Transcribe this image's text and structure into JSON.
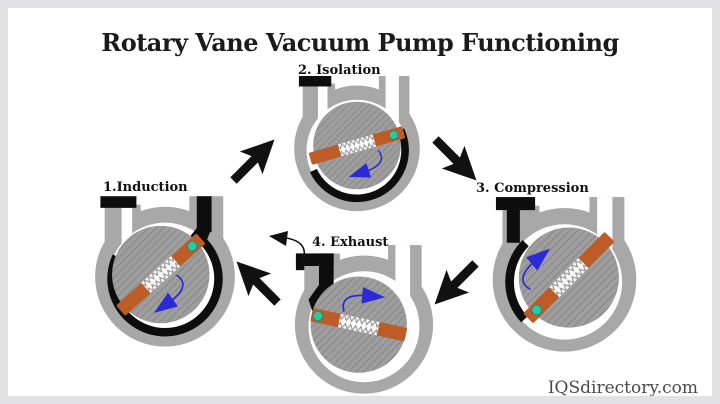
{
  "title": "Rotary Vane Vacuum Pump Functioning",
  "watermark": "IQSdirectory.com",
  "stages": [
    {
      "label": "1.Induction"
    },
    {
      "label": "2. Isolation"
    },
    {
      "label": "3. Compression"
    },
    {
      "label": "4. Exhaust"
    }
  ],
  "cycle_arrows": [
    {
      "name": "arrow-induction-to-isolation",
      "direction": "up-right"
    },
    {
      "name": "arrow-isolation-to-compression",
      "direction": "down-right"
    },
    {
      "name": "arrow-compression-to-exhaust",
      "direction": "down-left"
    },
    {
      "name": "arrow-exhaust-to-induction",
      "direction": "up-left"
    }
  ],
  "exhaust_arrow": {
    "name": "exhaust-outflow-arrow",
    "direction": "up-left"
  },
  "colors": {
    "frame": "#e2e2e4",
    "background": "#ffffff",
    "housing_gray": "#a8a8a8",
    "rotor_gray": "#9e9e9e",
    "rotor_hatch": "#7d7d7d",
    "gas_black": "#0d0d0d",
    "vane_orange": "#bd5c26",
    "spring_white": "#fafafa",
    "spring_coil": "#8f8f8f",
    "pivot_teal": "#2cc7a5",
    "rotation_blue": "#2a2ad6",
    "text_dark": "#1b1b1b",
    "watermark_gray": "#4a4a4a"
  }
}
